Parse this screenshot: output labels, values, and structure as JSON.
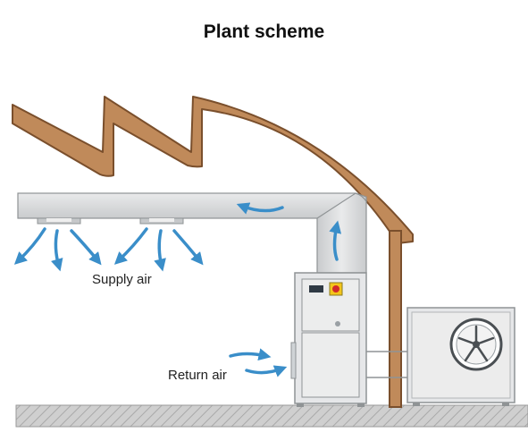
{
  "title": "Plant scheme",
  "labels": {
    "supply_air": "Supply air",
    "return_air": "Return air"
  },
  "components": {
    "roof": "roof-outline",
    "supply_duct": "horizontal-supply-duct",
    "riser_duct": "vertical-riser-duct",
    "indoor_unit": "indoor-air-handling-unit",
    "outdoor_unit": "outdoor-condenser-unit",
    "diffusers": [
      "ceiling-diffuser",
      "ceiling-diffuser"
    ],
    "floor": "hatched-floor"
  },
  "colors": {
    "roof": "#c08a5a",
    "duct": "#d6d8da",
    "unit": "#e6e7e9",
    "arrow": "#3a8ec9",
    "floor": "#c6c6c6"
  },
  "icons": [
    "airflow-arrow-icon",
    "fan-icon",
    "emergency-switch-icon",
    "display-panel-icon"
  ]
}
